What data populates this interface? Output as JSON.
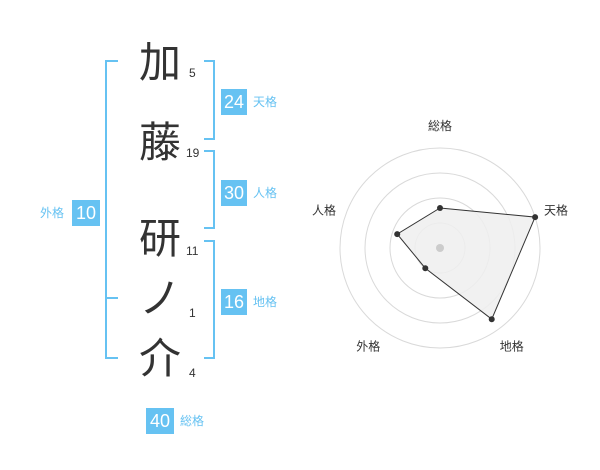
{
  "name_chars": [
    {
      "char": "加",
      "strokes": "5"
    },
    {
      "char": "藤",
      "strokes": "19"
    },
    {
      "char": "研",
      "strokes": "11"
    },
    {
      "char": "ノ",
      "strokes": "1"
    },
    {
      "char": "介",
      "strokes": "4"
    }
  ],
  "kaku": {
    "tenkaku": {
      "label": "天格",
      "value": "24"
    },
    "jinkaku": {
      "label": "人格",
      "value": "30"
    },
    "chikaku": {
      "label": "地格",
      "value": "16"
    },
    "gaikaku": {
      "label": "外格",
      "value": "10"
    },
    "soukaku": {
      "label": "総格",
      "value": "40"
    }
  },
  "colors": {
    "accent": "#66c2f2",
    "text": "#333333",
    "grid": "#d9d9d9",
    "fill": "#eeeeee"
  },
  "chart_data": {
    "type": "radar",
    "axes": [
      "総格",
      "天格",
      "地格",
      "外格",
      "人格"
    ],
    "values": [
      0.4,
      1.0,
      0.88,
      0.25,
      0.45
    ],
    "max": 1.0,
    "rings": 4
  }
}
